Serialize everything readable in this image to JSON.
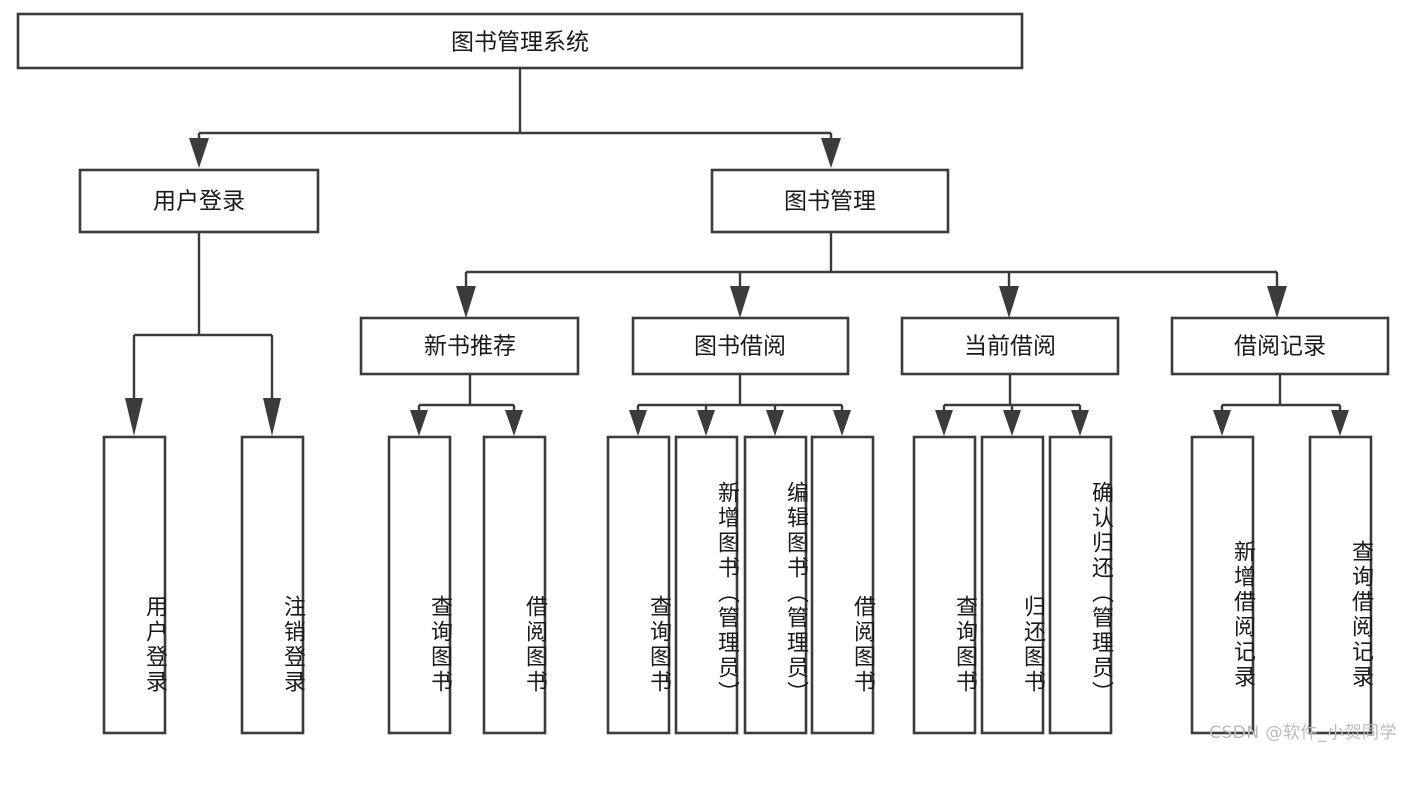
{
  "diagram": {
    "type": "tree-hierarchy",
    "title": "图书管理系统",
    "background_color": "#ffffff",
    "line_color": "#3b3b3b",
    "text_color": "#1a1a1a",
    "root": {
      "label": "图书管理系统",
      "orientation": "horizontal"
    },
    "level2": [
      {
        "label": "用户登录",
        "orientation": "horizontal"
      },
      {
        "label": "图书管理",
        "orientation": "horizontal"
      }
    ],
    "level3": [
      {
        "label": "新书推荐",
        "orientation": "horizontal"
      },
      {
        "label": "图书借阅",
        "orientation": "horizontal"
      },
      {
        "label": "当前借阅",
        "orientation": "horizontal"
      },
      {
        "label": "借阅记录",
        "orientation": "horizontal"
      }
    ],
    "leaves": [
      {
        "label": "用户登录",
        "parent": "用户登录",
        "orientation": "vertical"
      },
      {
        "label": "注销登录",
        "parent": "用户登录",
        "orientation": "vertical"
      },
      {
        "label": "查询图书",
        "parent": "新书推荐",
        "orientation": "vertical"
      },
      {
        "label": "借阅图书",
        "parent": "新书推荐",
        "orientation": "vertical"
      },
      {
        "label": "查询图书",
        "parent": "图书借阅",
        "orientation": "vertical"
      },
      {
        "label": "新增图书（管理员）",
        "parent": "图书借阅",
        "orientation": "vertical"
      },
      {
        "label": "编辑图书（管理员）",
        "parent": "图书借阅",
        "orientation": "vertical"
      },
      {
        "label": "借阅图书",
        "parent": "图书借阅",
        "orientation": "vertical"
      },
      {
        "label": "查询图书",
        "parent": "当前借阅",
        "orientation": "vertical"
      },
      {
        "label": "归还图书",
        "parent": "当前借阅",
        "orientation": "vertical"
      },
      {
        "label": "确认归还（管理员）",
        "parent": "当前借阅",
        "orientation": "vertical"
      },
      {
        "label": "新增借阅记录",
        "parent": "借阅记录",
        "orientation": "vertical"
      },
      {
        "label": "查询借阅记录",
        "parent": "借阅记录",
        "orientation": "vertical"
      }
    ],
    "watermark": "CSDN @软件_小贺同学"
  }
}
